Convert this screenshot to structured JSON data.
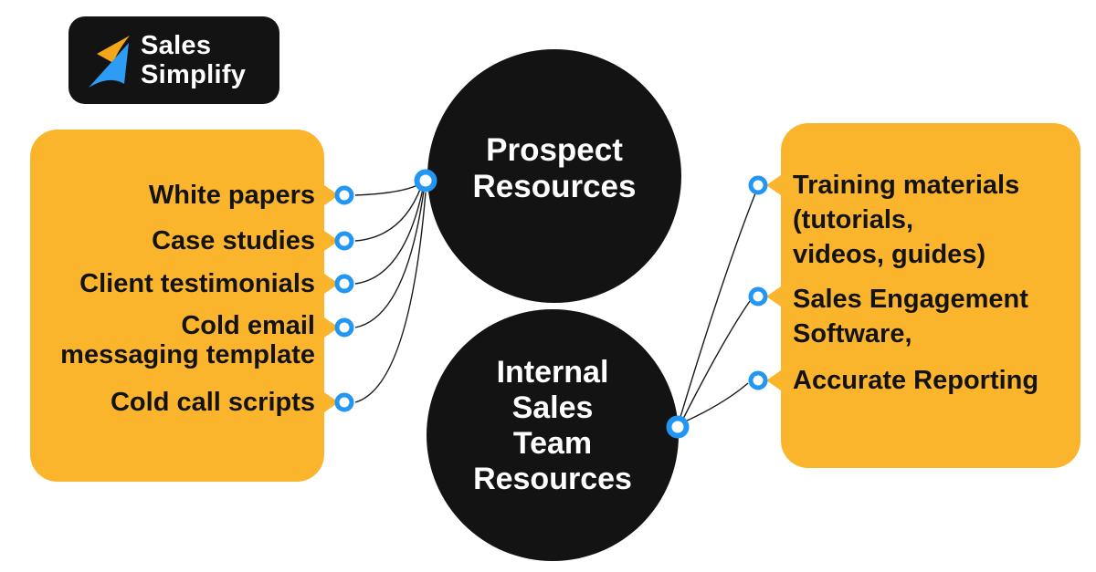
{
  "logo": {
    "line1": "Sales",
    "line2": "Simplify"
  },
  "colors": {
    "background": "#FFFFFF",
    "panel_yellow": "#FBB52D",
    "node_black": "#131313",
    "connector_blue": "#2196F3",
    "line_black": "#1A1A1A",
    "text_dark": "#131313",
    "text_light": "#FFFFFF"
  },
  "center_nodes": [
    {
      "id": "prospect-resources",
      "lines": [
        "Prospect",
        "Resources"
      ]
    },
    {
      "id": "internal-sales-team-resources",
      "lines": [
        "Internal",
        "Sales",
        "Team",
        "Resources"
      ]
    }
  ],
  "left_panel": {
    "items": [
      "White papers",
      "Case studies",
      "Client testimonials",
      "Cold email\nmessaging template",
      "Cold call scripts"
    ]
  },
  "right_panel": {
    "items": [
      "Training materials\n(tutorials,\nvideos, guides)",
      "Sales Engagement\nSoftware,",
      "Accurate Reporting"
    ]
  }
}
